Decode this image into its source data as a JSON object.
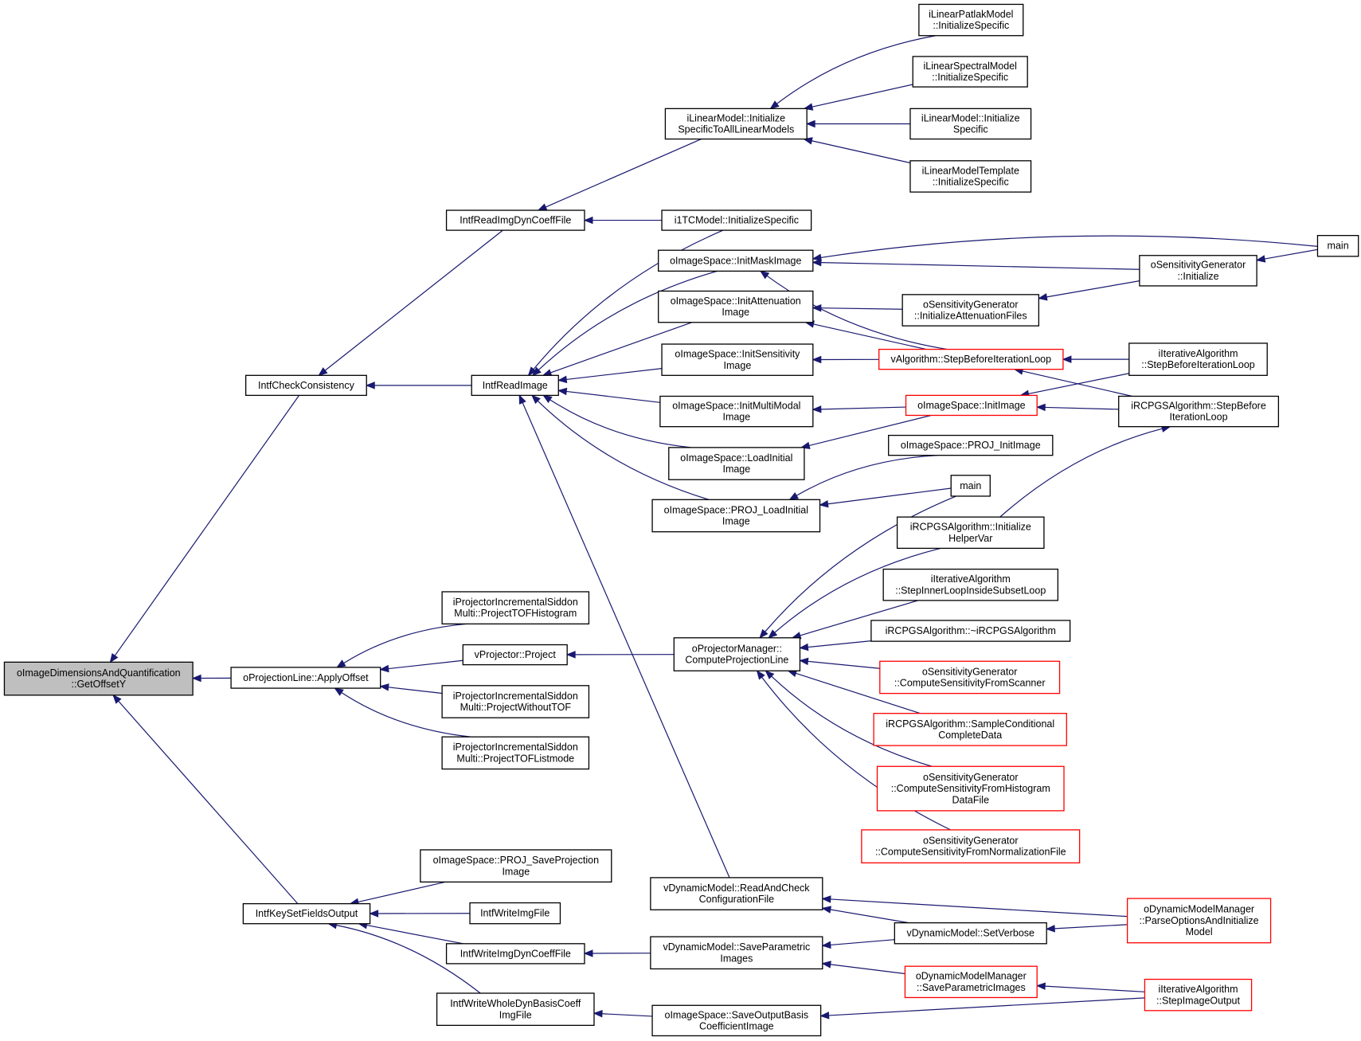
{
  "colors": {
    "edge": "#191970",
    "focus_fill": "#bfbfbf",
    "border": "#000000",
    "truncated_border": "#ff0000"
  },
  "nodes": [
    {
      "id": "n0",
      "name": "node-get-offset-y",
      "lines": [
        "oImageDimensionsAndQuantification",
        "::GetOffsetY"
      ],
      "style": "focus"
    },
    {
      "id": "n1",
      "name": "node-intf-check-consistency",
      "lines": [
        "IntfCheckConsistency"
      ],
      "style": "normal"
    },
    {
      "id": "n2",
      "name": "node-apply-offset",
      "lines": [
        "oProjectionLine::ApplyOffset"
      ],
      "style": "normal"
    },
    {
      "id": "n3",
      "name": "node-intf-key-set-fields-output",
      "lines": [
        "IntfKeySetFieldsOutput"
      ],
      "style": "normal"
    },
    {
      "id": "n4",
      "name": "node-intf-read-img-dyn-coeff-file",
      "lines": [
        "IntfReadImgDynCoeffFile"
      ],
      "style": "normal"
    },
    {
      "id": "n5",
      "name": "node-intf-read-image",
      "lines": [
        "IntfReadImage"
      ],
      "style": "normal"
    },
    {
      "id": "n6",
      "name": "node-ilinearmodel-initialize-specific-to-all",
      "lines": [
        "iLinearModel::Initialize",
        "SpecificToAllLinearModels"
      ],
      "style": "normal"
    },
    {
      "id": "n7",
      "name": "node-i1tcmodel-initialize-specific",
      "lines": [
        "i1TCModel::InitializeSpecific"
      ],
      "style": "normal"
    },
    {
      "id": "n8",
      "name": "node-ilinearpatlakmodel-initialize-specific",
      "lines": [
        "iLinearPatlakModel",
        "::InitializeSpecific"
      ],
      "style": "normal"
    },
    {
      "id": "n9",
      "name": "node-ilinearspectralmodel-initialize-specific",
      "lines": [
        "iLinearSpectralModel",
        "::InitializeSpecific"
      ],
      "style": "normal"
    },
    {
      "id": "n10",
      "name": "node-ilinearmodel-initialize-specific",
      "lines": [
        "iLinearModel::Initialize",
        "Specific"
      ],
      "style": "normal"
    },
    {
      "id": "n11",
      "name": "node-ilinearmodeltemplate-initialize-specific",
      "lines": [
        "iLinearModelTemplate",
        "::InitializeSpecific"
      ],
      "style": "normal"
    },
    {
      "id": "n12",
      "name": "node-init-mask-image",
      "lines": [
        "oImageSpace::InitMaskImage"
      ],
      "style": "normal"
    },
    {
      "id": "n13",
      "name": "node-init-attenuation-image",
      "lines": [
        "oImageSpace::InitAttenuation",
        "Image"
      ],
      "style": "normal"
    },
    {
      "id": "n14",
      "name": "node-init-sensitivity-image",
      "lines": [
        "oImageSpace::InitSensitivity",
        "Image"
      ],
      "style": "normal"
    },
    {
      "id": "n15",
      "name": "node-init-multimodal-image",
      "lines": [
        "oImageSpace::InitMultiModal",
        "Image"
      ],
      "style": "normal"
    },
    {
      "id": "n16",
      "name": "node-load-initial-image",
      "lines": [
        "oImageSpace::LoadInitial",
        "Image"
      ],
      "style": "normal"
    },
    {
      "id": "n17",
      "name": "node-proj-load-initial-image",
      "lines": [
        "oImageSpace::PROJ_LoadInitial",
        "Image"
      ],
      "style": "normal"
    },
    {
      "id": "n18",
      "name": "node-main-top",
      "lines": [
        "main"
      ],
      "style": "normal"
    },
    {
      "id": "n19",
      "name": "node-osensitivitygenerator-initialize",
      "lines": [
        "oSensitivityGenerator",
        "::Initialize"
      ],
      "style": "normal"
    },
    {
      "id": "n20",
      "name": "node-osensitivitygenerator-initialize-attenuation-files",
      "lines": [
        "oSensitivityGenerator",
        "::InitializeAttenuationFiles"
      ],
      "style": "normal"
    },
    {
      "id": "n21",
      "name": "node-valgorithm-step-before-iteration-loop",
      "lines": [
        "vAlgorithm::StepBeforeIterationLoop"
      ],
      "style": "red"
    },
    {
      "id": "n22",
      "name": "node-iiterativealgorithm-step-before-iteration-loop",
      "lines": [
        "iIterativeAlgorithm",
        "::StepBeforeIterationLoop"
      ],
      "style": "normal"
    },
    {
      "id": "n23",
      "name": "node-init-image",
      "lines": [
        "oImageSpace::InitImage"
      ],
      "style": "red"
    },
    {
      "id": "n24",
      "name": "node-ircpgsalgorithm-step-before-iteration-loop",
      "lines": [
        "iRCPGSAlgorithm::StepBefore",
        "IterationLoop"
      ],
      "style": "normal"
    },
    {
      "id": "n25",
      "name": "node-proj-init-image",
      "lines": [
        "oImageSpace::PROJ_InitImage"
      ],
      "style": "normal"
    },
    {
      "id": "n26",
      "name": "node-main-middle",
      "lines": [
        "main"
      ],
      "style": "normal"
    },
    {
      "id": "n27",
      "name": "node-ircpgsalgorithm-initialize-helper-var",
      "lines": [
        "iRCPGSAlgorithm::Initialize",
        "HelperVar"
      ],
      "style": "normal"
    },
    {
      "id": "n28",
      "name": "node-step-inner-loop-inside-subset-loop",
      "lines": [
        "iIterativeAlgorithm",
        "::StepInnerLoopInsideSubsetLoop"
      ],
      "style": "normal"
    },
    {
      "id": "n29",
      "name": "node-ircpgsalgorithm-destructor",
      "lines": [
        "iRCPGSAlgorithm::~iRCPGSAlgorithm"
      ],
      "style": "normal"
    },
    {
      "id": "n30",
      "name": "node-compute-sensitivity-from-scanner",
      "lines": [
        "oSensitivityGenerator",
        "::ComputeSensitivityFromScanner"
      ],
      "style": "red"
    },
    {
      "id": "n31",
      "name": "node-sample-conditional-complete-data",
      "lines": [
        "iRCPGSAlgorithm::SampleConditional",
        "CompleteData"
      ],
      "style": "red"
    },
    {
      "id": "n32",
      "name": "node-compute-sensitivity-from-histogram-datafile",
      "lines": [
        "oSensitivityGenerator",
        "::ComputeSensitivityFromHistogram",
        "DataFile"
      ],
      "style": "red"
    },
    {
      "id": "n33",
      "name": "node-compute-sensitivity-from-normalization-file",
      "lines": [
        "oSensitivityGenerator",
        "::ComputeSensitivityFromNormalizationFile"
      ],
      "style": "red"
    },
    {
      "id": "n34",
      "name": "node-compute-projection-line",
      "lines": [
        "oProjectorManager::",
        "ComputeProjectionLine"
      ],
      "style": "normal"
    },
    {
      "id": "n35",
      "name": "node-vprojector-project",
      "lines": [
        "vProjector::Project"
      ],
      "style": "normal"
    },
    {
      "id": "n36",
      "name": "node-project-tof-histogram",
      "lines": [
        "iProjectorIncrementalSiddon",
        "Multi::ProjectTOFHistogram"
      ],
      "style": "normal"
    },
    {
      "id": "n37",
      "name": "node-project-without-tof",
      "lines": [
        "iProjectorIncrementalSiddon",
        "Multi::ProjectWithoutTOF"
      ],
      "style": "normal"
    },
    {
      "id": "n38",
      "name": "node-project-tof-listmode",
      "lines": [
        "iProjectorIncrementalSiddon",
        "Multi::ProjectTOFListmode"
      ],
      "style": "normal"
    },
    {
      "id": "n39",
      "name": "node-proj-save-projection-image",
      "lines": [
        "oImageSpace::PROJ_SaveProjection",
        "Image"
      ],
      "style": "normal"
    },
    {
      "id": "n40",
      "name": "node-intf-write-img-file",
      "lines": [
        "IntfWriteImgFile"
      ],
      "style": "normal"
    },
    {
      "id": "n41",
      "name": "node-intf-write-img-dyn-coeff-file",
      "lines": [
        "IntfWriteImgDynCoeffFile"
      ],
      "style": "normal"
    },
    {
      "id": "n42",
      "name": "node-intf-write-whole-dyn-basis-coeff-img-file",
      "lines": [
        "IntfWriteWholeDynBasisCoeff",
        "ImgFile"
      ],
      "style": "normal"
    },
    {
      "id": "n43",
      "name": "node-vdynamicmodel-read-and-check-configuration-file",
      "lines": [
        "vDynamicModel::ReadAndCheck",
        "ConfigurationFile"
      ],
      "style": "normal"
    },
    {
      "id": "n44",
      "name": "node-vdynamicmodel-save-parametric-images",
      "lines": [
        "vDynamicModel::SaveParametric",
        "Images"
      ],
      "style": "normal"
    },
    {
      "id": "n45",
      "name": "node-save-output-basis-coefficient-image",
      "lines": [
        "oImageSpace::SaveOutputBasis",
        "CoefficientImage"
      ],
      "style": "normal"
    },
    {
      "id": "n46",
      "name": "node-vdynamicmodel-set-verbose",
      "lines": [
        "vDynamicModel::SetVerbose"
      ],
      "style": "normal"
    },
    {
      "id": "n47",
      "name": "node-odynamicmodelmanager-save-parametric-images",
      "lines": [
        "oDynamicModelManager",
        "::SaveParametricImages"
      ],
      "style": "red"
    },
    {
      "id": "n48",
      "name": "node-odynamicmodelmanager-parse-options-and-initialize-model",
      "lines": [
        "oDynamicModelManager",
        "::ParseOptionsAndInitialize",
        "Model"
      ],
      "style": "red"
    },
    {
      "id": "n49",
      "name": "node-iiterativealgorithm-step-image-output",
      "lines": [
        "iIterativeAlgorithm",
        "::StepImageOutput"
      ],
      "style": "red"
    }
  ],
  "edges": [
    [
      "n0",
      "n1"
    ],
    [
      "n0",
      "n2"
    ],
    [
      "n0",
      "n3"
    ],
    [
      "n1",
      "n4"
    ],
    [
      "n1",
      "n5"
    ],
    [
      "n4",
      "n6"
    ],
    [
      "n4",
      "n7"
    ],
    [
      "n6",
      "n8"
    ],
    [
      "n6",
      "n9"
    ],
    [
      "n6",
      "n10"
    ],
    [
      "n6",
      "n11"
    ],
    [
      "n5",
      "n7"
    ],
    [
      "n5",
      "n12"
    ],
    [
      "n5",
      "n13"
    ],
    [
      "n5",
      "n14"
    ],
    [
      "n5",
      "n15"
    ],
    [
      "n5",
      "n16"
    ],
    [
      "n5",
      "n17"
    ],
    [
      "n5",
      "n43"
    ],
    [
      "n12",
      "n18"
    ],
    [
      "n12",
      "n19"
    ],
    [
      "n12",
      "n21"
    ],
    [
      "n19",
      "n18"
    ],
    [
      "n20",
      "n19"
    ],
    [
      "n13",
      "n20"
    ],
    [
      "n13",
      "n21"
    ],
    [
      "n14",
      "n21"
    ],
    [
      "n15",
      "n23"
    ],
    [
      "n16",
      "n23"
    ],
    [
      "n17",
      "n25"
    ],
    [
      "n17",
      "n26"
    ],
    [
      "n21",
      "n22"
    ],
    [
      "n21",
      "n24"
    ],
    [
      "n23",
      "n22"
    ],
    [
      "n23",
      "n24"
    ],
    [
      "n24",
      "n27"
    ],
    [
      "n34",
      "n26"
    ],
    [
      "n34",
      "n27"
    ],
    [
      "n34",
      "n28"
    ],
    [
      "n34",
      "n29"
    ],
    [
      "n34",
      "n30"
    ],
    [
      "n34",
      "n31"
    ],
    [
      "n34",
      "n32"
    ],
    [
      "n34",
      "n33"
    ],
    [
      "n2",
      "n36"
    ],
    [
      "n2",
      "n35"
    ],
    [
      "n2",
      "n37"
    ],
    [
      "n2",
      "n38"
    ],
    [
      "n35",
      "n34"
    ],
    [
      "n3",
      "n39"
    ],
    [
      "n3",
      "n40"
    ],
    [
      "n3",
      "n41"
    ],
    [
      "n3",
      "n42"
    ],
    [
      "n41",
      "n44"
    ],
    [
      "n42",
      "n45"
    ],
    [
      "n43",
      "n46"
    ],
    [
      "n43",
      "n48"
    ],
    [
      "n44",
      "n46"
    ],
    [
      "n44",
      "n47"
    ],
    [
      "n46",
      "n48"
    ],
    [
      "n47",
      "n49"
    ],
    [
      "n45",
      "n49"
    ]
  ]
}
